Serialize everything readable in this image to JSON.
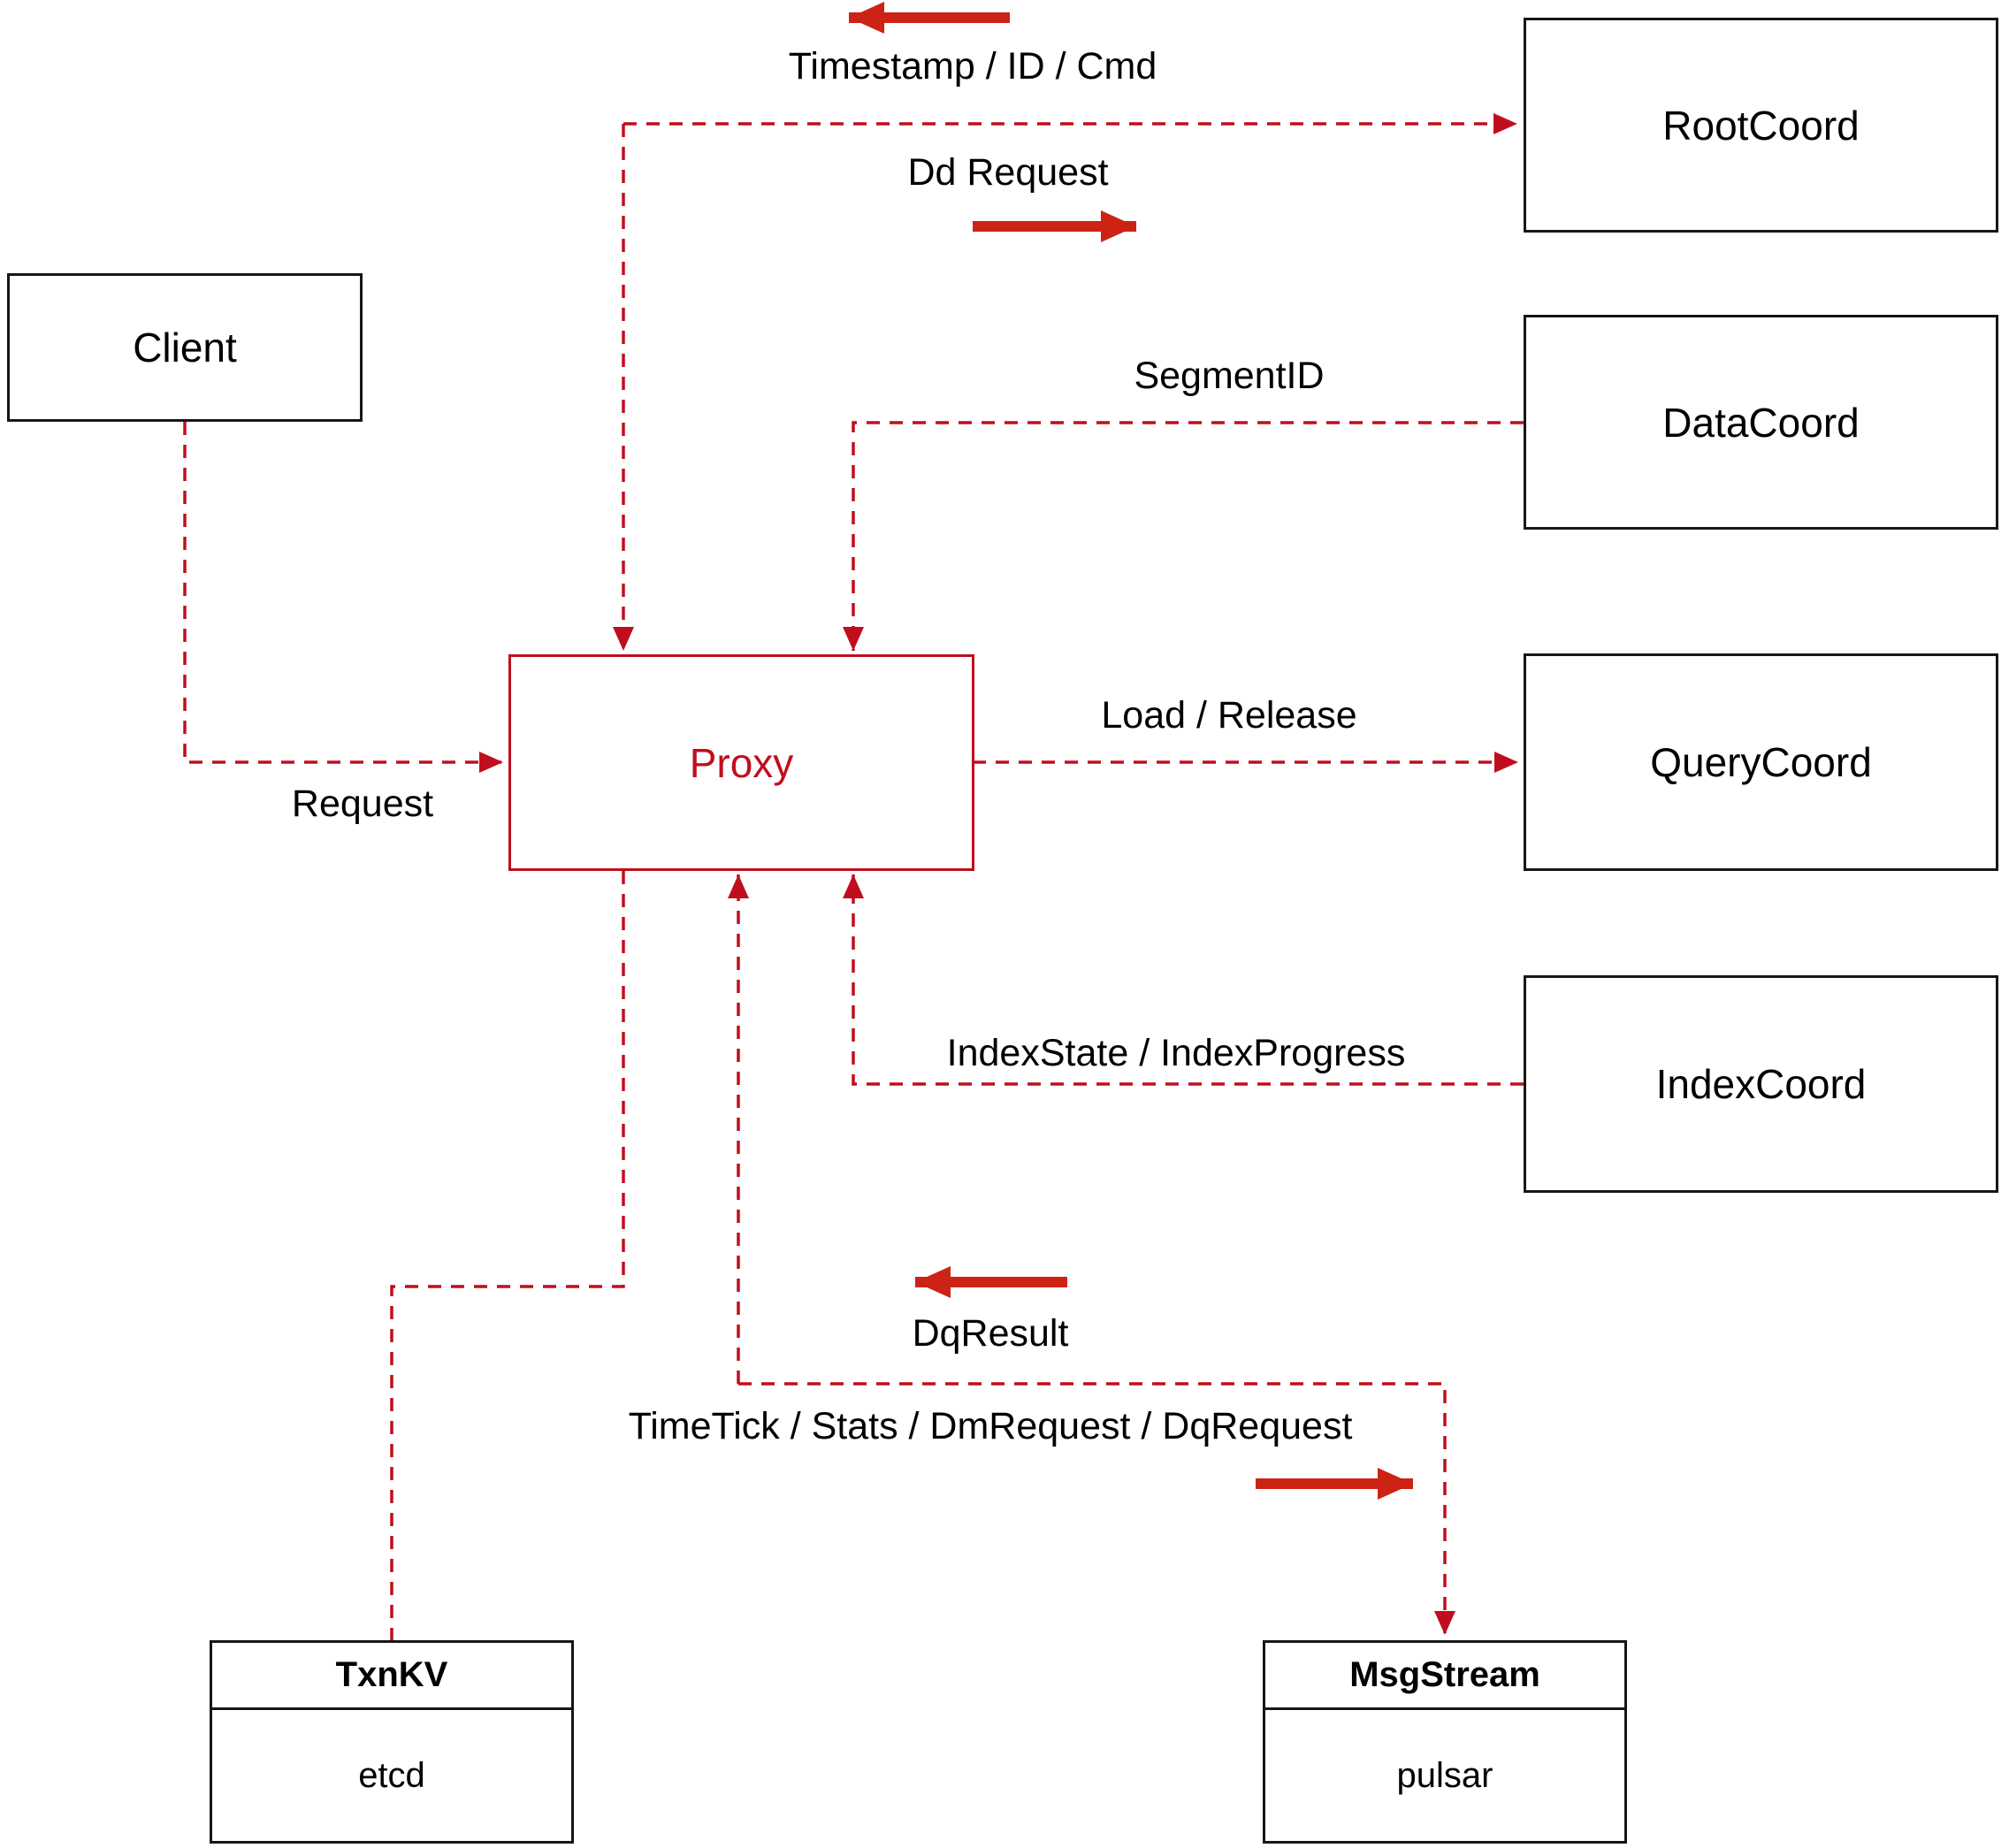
{
  "diagram": {
    "colors": {
      "line_red": "#c00e1e",
      "arrow_red": "#cc2314",
      "box_border": "#161616",
      "background": "#ffffff",
      "text": "#000000"
    },
    "nodes": {
      "client": {
        "label": "Client"
      },
      "proxy": {
        "label": "Proxy"
      },
      "rootcoord": {
        "label": "RootCoord"
      },
      "datacoord": {
        "label": "DataCoord"
      },
      "querycoord": {
        "label": "QueryCoord"
      },
      "indexcoord": {
        "label": "IndexCoord"
      },
      "txnkv": {
        "title": "TxnKV",
        "value": "etcd"
      },
      "msgstream": {
        "title": "MsgStream",
        "value": "pulsar"
      }
    },
    "edge_labels": {
      "timestamp_id_cmd": "Timestamp / ID / Cmd",
      "dd_request": "Dd Request",
      "segment_id": "SegmentID",
      "request": "Request",
      "load_release": "Load / Release",
      "index_state": "IndexState / IndexProgress",
      "dq_result": "DqResult",
      "timetick": "TimeTick / Stats / DmRequest / DqRequest"
    }
  }
}
